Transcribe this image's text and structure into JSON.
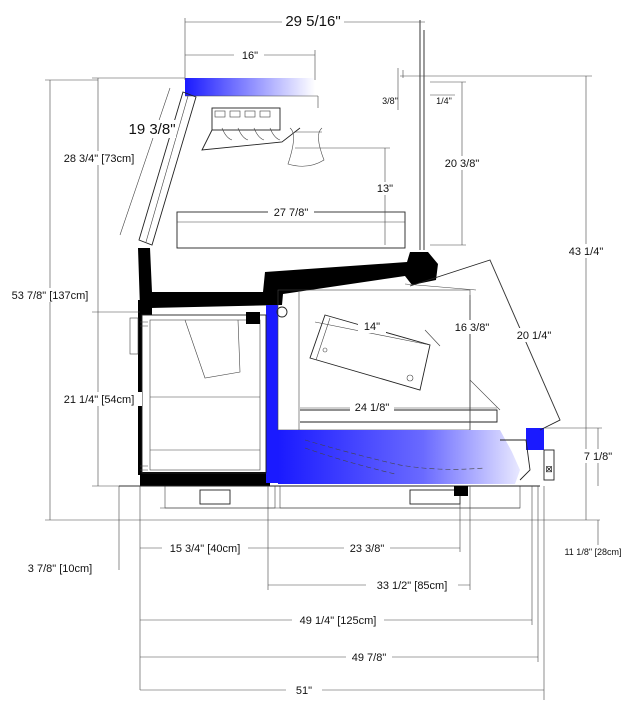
{
  "diagram": {
    "dimensions": {
      "overall_depth": "29 5/16\"",
      "d_16": "16\"",
      "d_3_8": "3/8\"",
      "d_1_4": "1/4\"",
      "d_19_3_8": "19 3/8\"",
      "d_28_3_4": "28 3/4\" [73cm]",
      "d_20_3_8": "20 3/8\"",
      "d_13": "13\"",
      "d_27_7_8": "27 7/8\"",
      "d_53_7_8": "53 7/8\" [137cm]",
      "d_43_1_4": "43 1/4\"",
      "d_14": "14\"",
      "d_16_3_8": "16 3/8\"",
      "d_20_1_4": "20 1/4\"",
      "d_21_1_4": "21 1/4\" [54cm]",
      "d_24_1_8": "24 1/8\"",
      "d_7_1_8": "7 1/8\"",
      "d_3_7_8": "3 7/8\" [10cm]",
      "d_15_3_4": "15 3/4\" [40cm]",
      "d_23_3_8": "23 3/8\"",
      "d_11_1_8": "11 1/8\" [28cm]",
      "d_33_1_2": "33 1/2\" [85cm]",
      "d_49_1_4": "49 1/4\" [125cm]",
      "d_49_7_8": "49 7/8\"",
      "d_51": "51\""
    },
    "colors": {
      "accent_blue": "#1a1aff",
      "line": "#222222",
      "wall": "#000000",
      "background": "#ffffff"
    }
  }
}
